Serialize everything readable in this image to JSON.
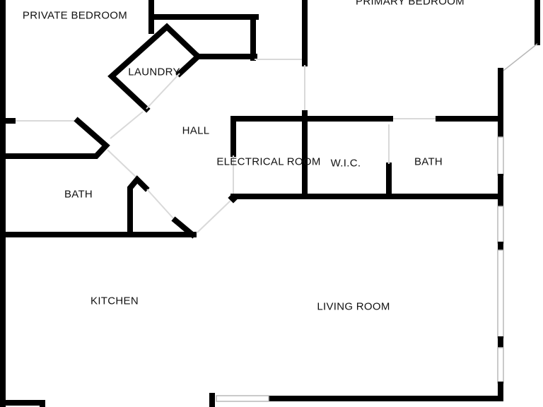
{
  "rooms": {
    "private_bedroom": "PRIVATE BEDROOM",
    "primary_bedroom": "PRIMARY BEDROOM",
    "laundry": "LAUNDRY",
    "hall": "HALL",
    "electrical_room": "ELECTRICAL ROOM",
    "wic": "W.I.C.",
    "bath_right": "BATH",
    "bath_left": "BATH",
    "kitchen": "KITCHEN",
    "living_room": "LIVING ROOM"
  },
  "colors": {
    "wall": "#000000",
    "background": "#ffffff",
    "opening": "#d9d9d9"
  }
}
